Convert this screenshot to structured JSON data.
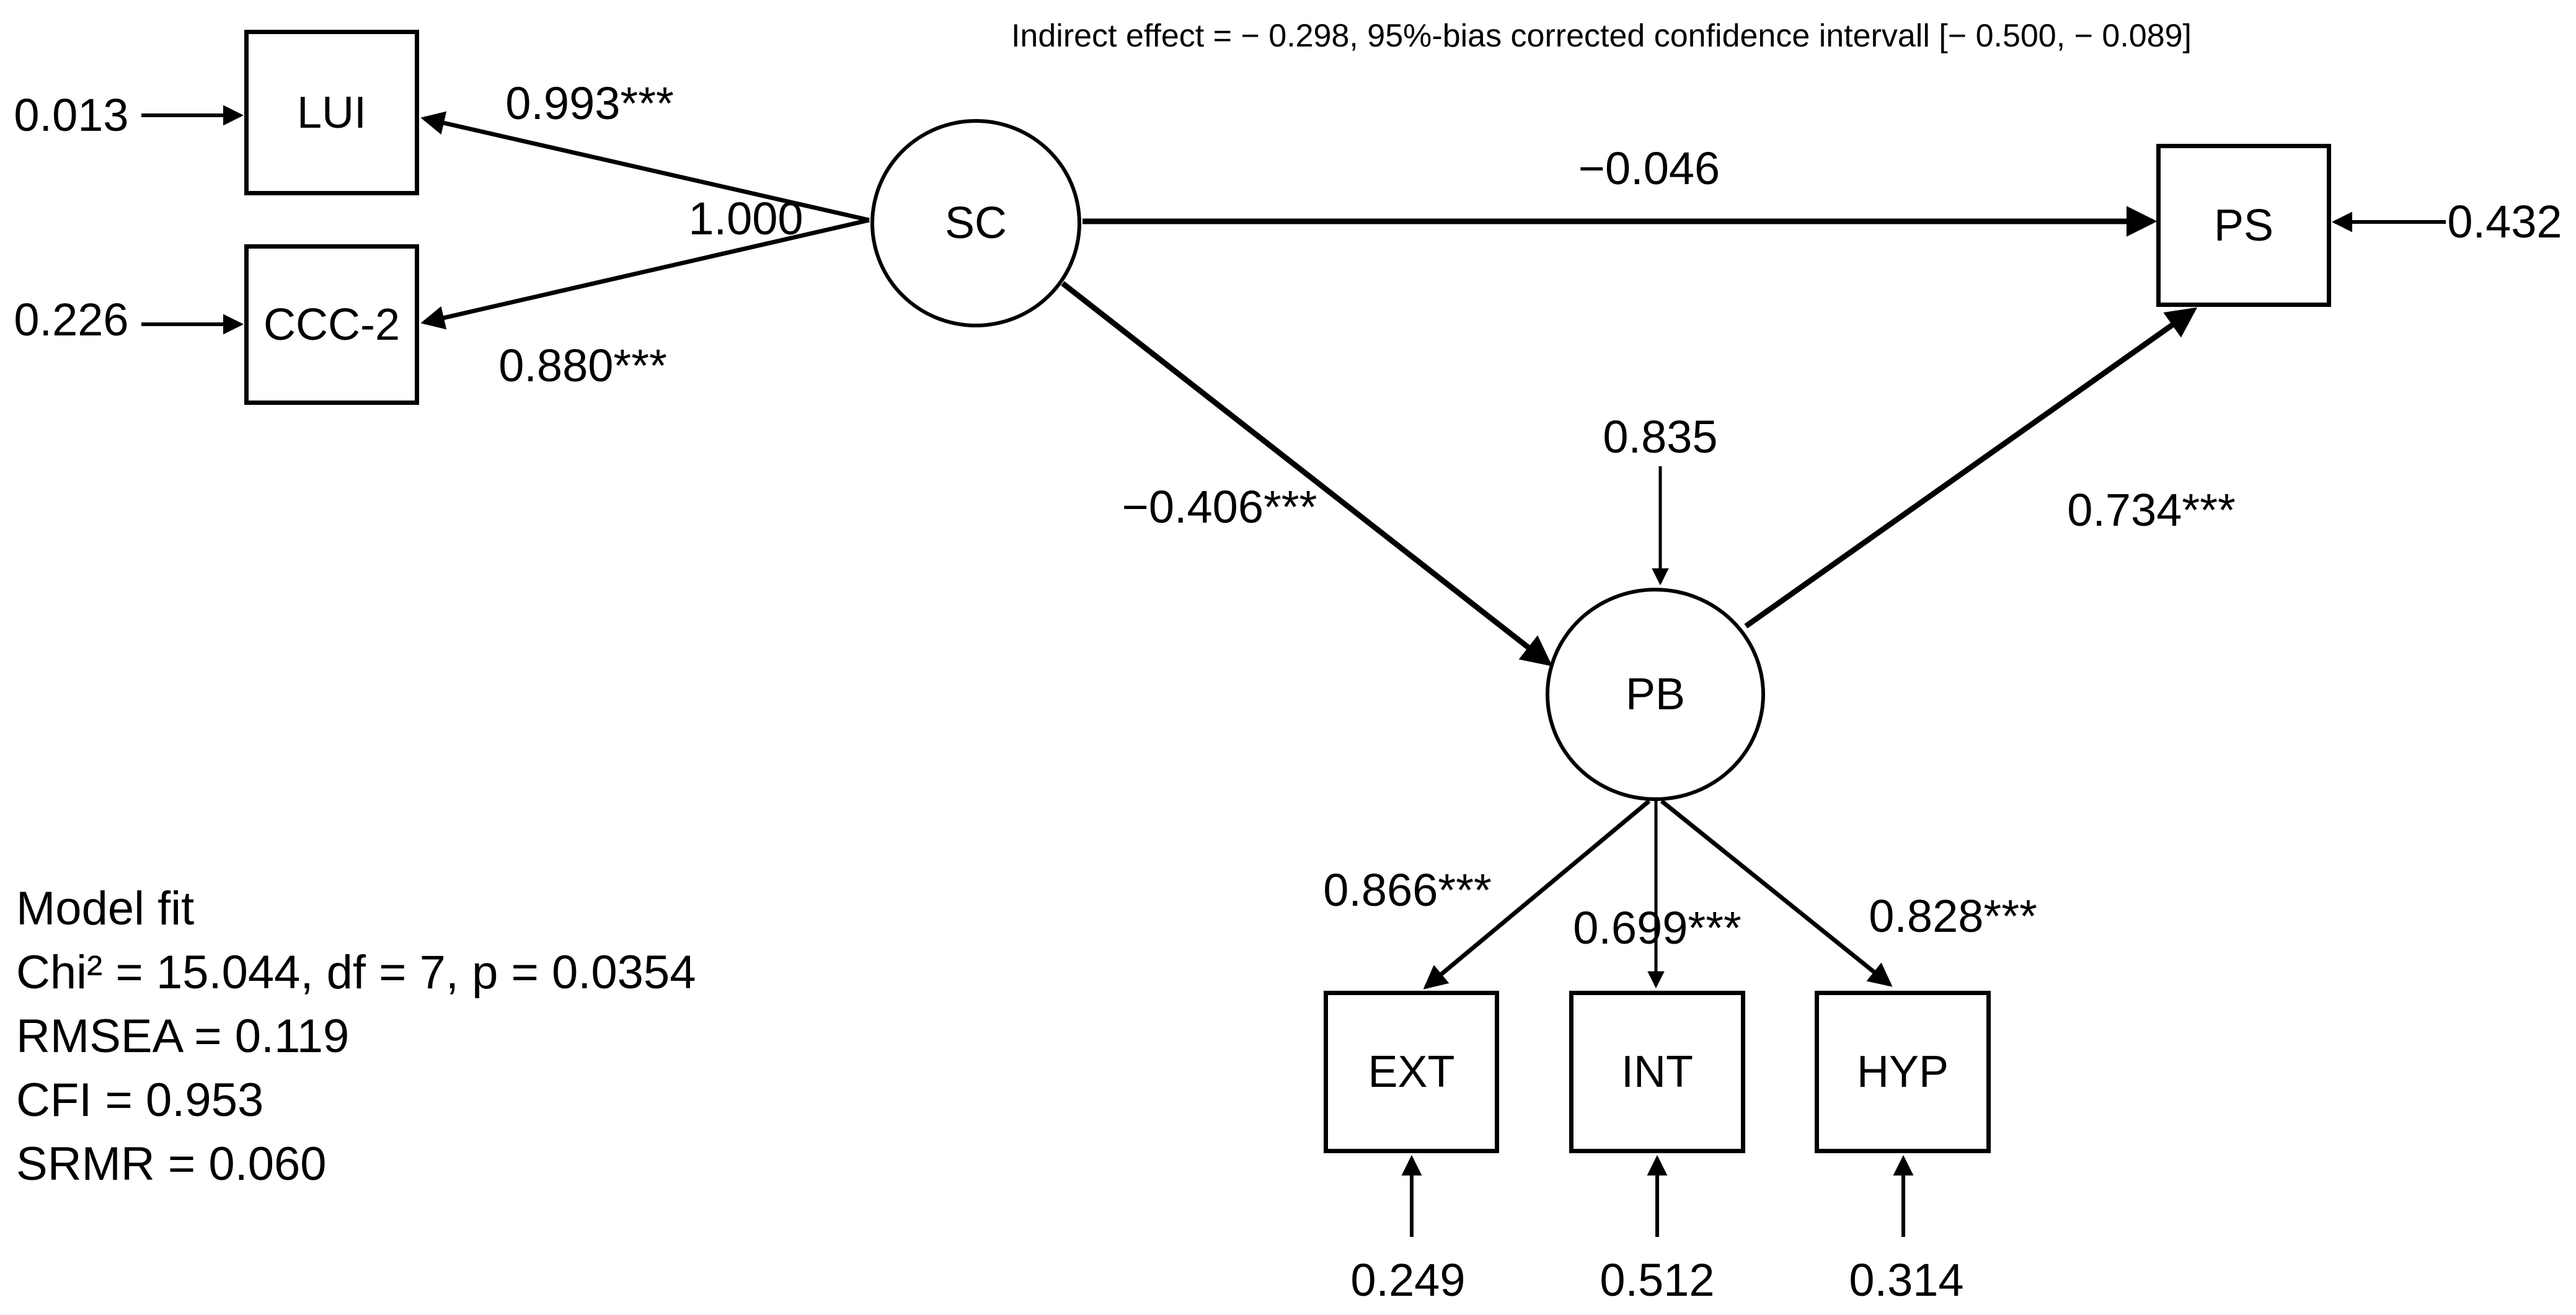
{
  "note": "Indirect effect = − 0.298, 95%-bias corrected confidence intervall [− 0.500, − 0.089]",
  "nodes": {
    "sc": {
      "label": "SC"
    },
    "pb": {
      "label": "PB"
    },
    "lui": {
      "label": "LUI"
    },
    "ccc2": {
      "label": "CCC-2"
    },
    "ps": {
      "label": "PS"
    },
    "ext": {
      "label": "EXT"
    },
    "int": {
      "label": "INT"
    },
    "hyp": {
      "label": "HYP"
    }
  },
  "paths": {
    "sc_ps": "−0.046",
    "sc_pb": "−0.406***",
    "pb_ps": "0.734***"
  },
  "loadings": {
    "lui": "0.993***",
    "fixed": "1.000",
    "ccc2": "0.880***",
    "ext": "0.866***",
    "int": "0.699***",
    "hyp": "0.828***"
  },
  "residuals": {
    "lui": "0.013",
    "ccc2": "0.226",
    "ps": "0.432",
    "pb": "0.835",
    "ext": "0.249",
    "int": "0.512",
    "hyp": "0.314"
  },
  "model_fit": {
    "heading": "Model fit",
    "lines": [
      "Chi² = 15.044, df = 7, p = 0.0354",
      "RMSEA = 0.119",
      "CFI = 0.953",
      "SRMR = 0.060"
    ]
  },
  "colors": {
    "ink": "#000000",
    "background": "#ffffff"
  }
}
